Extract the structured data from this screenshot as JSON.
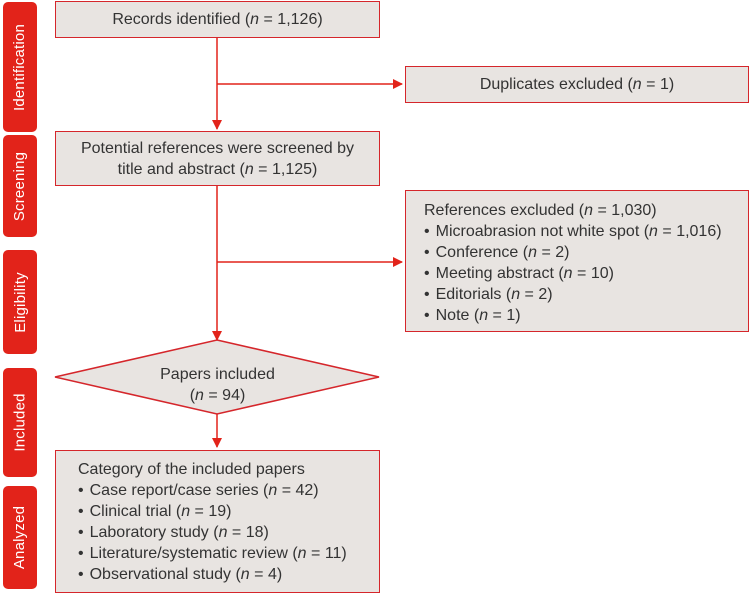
{
  "stages": {
    "identification": "Identification",
    "screening": "Screening",
    "eligibility": "Eligibility",
    "included": "Included",
    "analyzed": "Analyzed"
  },
  "boxes": {
    "records_identified": "Records identified (n = 1,126)",
    "duplicates_excluded": "Duplicates excluded (n = 1)",
    "screened_line1": "Potential references were screened by",
    "screened_line2": "title and abstract (n = 1,125)",
    "excluded": {
      "title": "References excluded (n = 1,030)",
      "items": [
        "Microabrasion not white spot (n = 1,016)",
        "Conference (n = 2)",
        "Meeting abstract (n = 10)",
        "Editorials (n = 2)",
        "Note (n = 1)"
      ]
    },
    "papers_included_line1": "Papers included",
    "papers_included_line2": "(n = 94)",
    "categories": {
      "title": "Category of the included papers",
      "items": [
        "Case report/case series (n = 42)",
        "Clinical trial (n = 19)",
        "Laboratory study (n = 18)",
        "Literature/systematic review (n = 11)",
        "Observational study (n = 4)"
      ]
    }
  },
  "colors": {
    "accent": "#e2231a",
    "box_fill": "#e8e4e1",
    "box_border": "#d5262b",
    "text": "#333333"
  }
}
